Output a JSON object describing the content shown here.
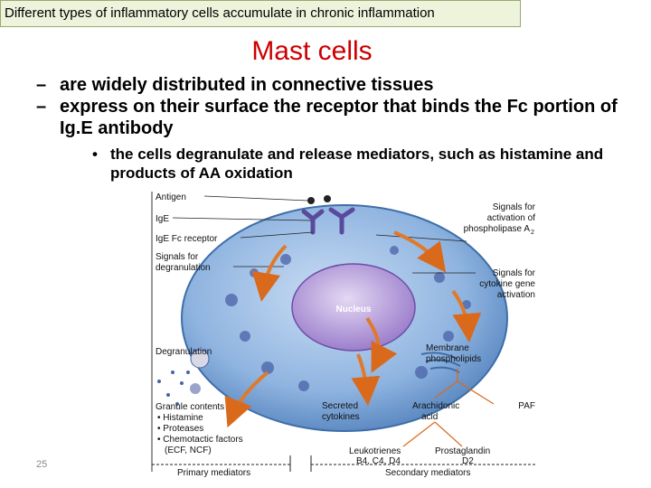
{
  "header": {
    "text": "Different types of inflammatory cells accumulate in chronic inflammation"
  },
  "title": "Mast cells",
  "bullets": [
    "are widely distributed in connective tissues",
    "express on their surface the receptor that binds the Fc portion of Ig.E antibody"
  ],
  "sub_bullet": "the cells degranulate and release mediators, such as histamine and products of AA oxidation",
  "figure": {
    "labels": {
      "antigen": "Antigen",
      "ige": "IgE",
      "ige_fc_receptor": "IgE Fc receptor",
      "signals_degranulation_1": "Signals for",
      "signals_degranulation_2": "degranulation",
      "signals_pla2_1": "Signals for",
      "signals_pla2_2": "activation of",
      "signals_pla2_3": "phospholipase A",
      "signals_pla2_sub": "2",
      "signals_cytokine_1": "Signals for",
      "signals_cytokine_2": "cytokine gene",
      "signals_cytokine_3": "activation",
      "nucleus": "Nucleus",
      "degranulation": "Degranulation",
      "membrane_1": "Membrane",
      "membrane_2": "phospholipids",
      "granule_title": "Granule contents",
      "granule_1": "• Histamine",
      "granule_2": "• Proteases",
      "granule_3": "• Chemotactic factors",
      "granule_4": "(ECF, NCF)",
      "secreted_1": "Secreted",
      "secreted_2": "cytokines",
      "arachidonic_1": "Arachidonic",
      "arachidonic_2": "acid",
      "paf": "PAF",
      "leukotrienes": "Leukotrienes",
      "leukotrienes_sub": "B4, C4, D4",
      "prostaglandin": "Prostaglandin",
      "prostaglandin_sub": "D2",
      "primary": "Primary mediators",
      "secondary": "Secondary mediators"
    }
  },
  "page_number": "25",
  "colors": {
    "title": "#cc0000",
    "header_bg": "#eef3dc",
    "cell": "#8fb4e0",
    "nucleus": "#b59ad6",
    "arrow": "#e07a2a",
    "receptor": "#5a4a9c"
  }
}
